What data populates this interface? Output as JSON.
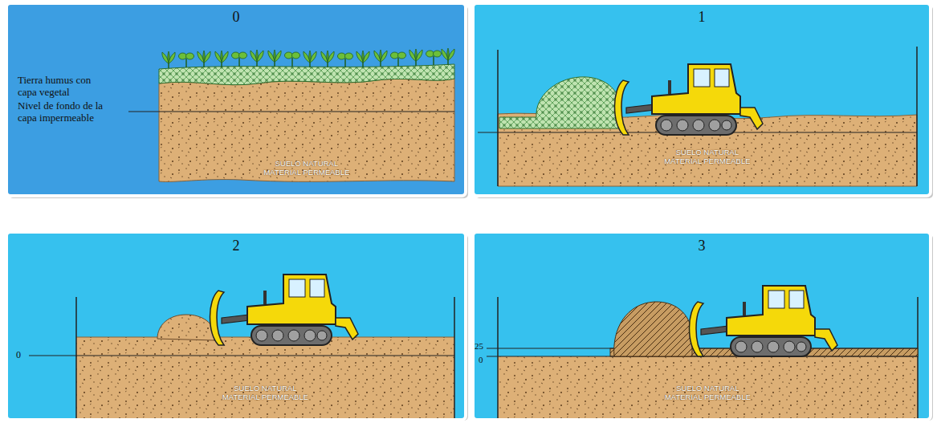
{
  "diagram": {
    "nodes": [
      {
        "text": [
          "0"
        ]
      },
      {
        "text": [
          "SUELO NATURAL MATERIAL PERMEABLE"
        ],
        "in": 0
      },
      {
        "text": [
          "1"
        ]
      },
      {
        "text": [
          "SUELO NATURAL MATERIAL PERMEABLE"
        ],
        "in": 2
      },
      {
        "text": [
          "2"
        ]
      },
      {
        "text": [
          "SUELO NATURAL MATERIAL PERMEABLE"
        ],
        "in": 4
      },
      {
        "text": [
          "3"
        ]
      },
      {
        "text": [
          "SUELO NATURAL MATERIAL PERMEABLE"
        ],
        "in": 6
      }
    ],
    "labels": [
      "Tierra humus con capa vegetal",
      "Nivel de fondo de la capa impermeable",
      "0",
      "25",
      "0"
    ]
  }
}
